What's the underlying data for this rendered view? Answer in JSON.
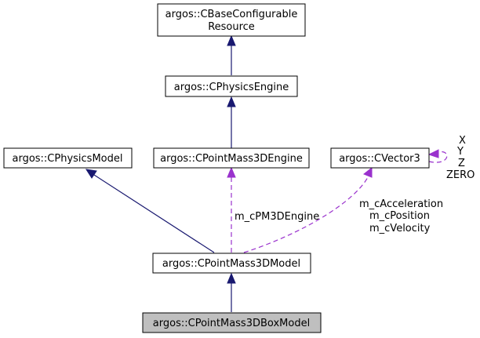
{
  "nodes": {
    "configurable_resource": {
      "line1": "argos::CBaseConfigurable",
      "line2": "Resource"
    },
    "physics_engine": {
      "label": "argos::CPhysicsEngine"
    },
    "physics_model": {
      "label": "argos::CPhysicsModel"
    },
    "pm3d_engine": {
      "label": "argos::CPointMass3DEngine"
    },
    "vector3": {
      "label": "argos::CVector3"
    },
    "pm3d_model": {
      "label": "argos::CPointMass3DModel"
    },
    "pm3d_box_model": {
      "label": "argos::CPointMass3DBoxModel"
    }
  },
  "edges": {
    "engine_member": "m_cPM3DEngine",
    "vector_members": [
      "m_cAcceleration",
      "m_cPosition",
      "m_cVelocity"
    ],
    "vector_self_members": [
      "X",
      "Y",
      "Z",
      "ZERO"
    ]
  },
  "colors": {
    "inheritance": "#191970",
    "usage": "#9a32cd",
    "current_node_fill": "#bfbfbf"
  }
}
